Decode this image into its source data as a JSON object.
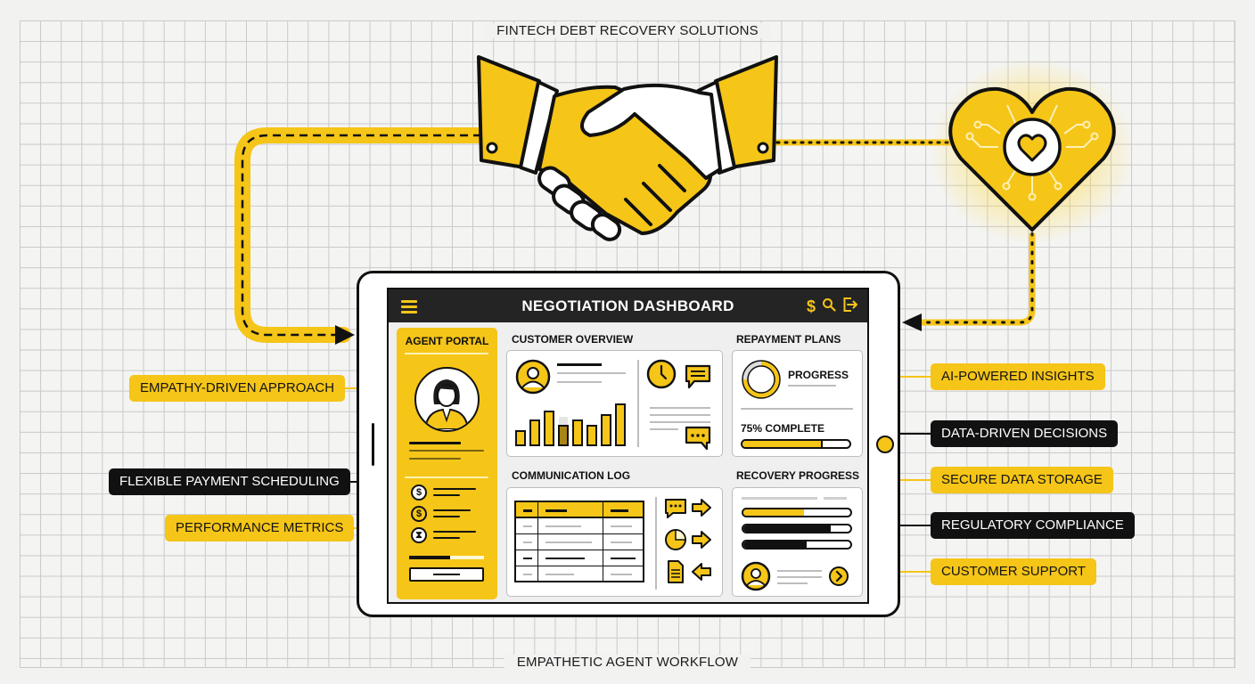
{
  "titles": {
    "top": "FINTECH DEBT RECOVERY SOLUTIONS",
    "bottom": "EMPATHETIC AGENT WORKFLOW"
  },
  "colors": {
    "accent": "#f5c518",
    "dark": "#111111",
    "topbar": "#242424",
    "grid": "#c9c9c9",
    "background": "#f2f2f1"
  },
  "icons": {
    "handshake": "handshake-icon",
    "ai_heart": "circuit-heart-icon",
    "menu": "hamburger-icon",
    "dollar": "dollar-icon",
    "search": "search-icon",
    "logout": "logout-icon"
  },
  "dashboard": {
    "title": "NEGOTIATION DASHBOARD",
    "top_icons": {
      "dollar": "$",
      "search": "⚲",
      "logout": "⇥"
    },
    "agent_portal": {
      "header": "AGENT PORTAL",
      "list_icons": [
        "$",
        "$",
        "⧗"
      ],
      "progress_percent": 55
    },
    "customer_overview": {
      "label": "CUSTOMER OVERVIEW",
      "bar_values": [
        4,
        10,
        13,
        9,
        13,
        11,
        17,
        20
      ]
    },
    "repayment_plans": {
      "label": "REPAYMENT PLANS",
      "progress_label": "PROGRESS",
      "complete_label": "75% COMPLETE",
      "percent": 75
    },
    "communication_log": {
      "label": "COMMUNICATION LOG",
      "rows": 5,
      "columns": 3
    },
    "recovery_progress": {
      "label": "RECOVERY PROGRESS",
      "bars": [
        {
          "percent": 57,
          "color": "#f5c518"
        },
        {
          "percent": 82,
          "color": "#111111"
        },
        {
          "percent": 59,
          "color": "#111111"
        }
      ]
    }
  },
  "callouts": {
    "left": [
      {
        "label": "EMPATHY-DRIVEN APPROACH",
        "style": "yellow"
      },
      {
        "label": "FLEXIBLE PAYMENT SCHEDULING",
        "style": "black"
      },
      {
        "label": "PERFORMANCE METRICS",
        "style": "yellow"
      }
    ],
    "right": [
      {
        "label": "AI-POWERED INSIGHTS",
        "style": "yellow"
      },
      {
        "label": "DATA-DRIVEN DECISIONS",
        "style": "black"
      },
      {
        "label": "SECURE DATA STORAGE",
        "style": "yellow"
      },
      {
        "label": "REGULATORY COMPLIANCE",
        "style": "black"
      },
      {
        "label": "CUSTOMER SUPPORT",
        "style": "yellow"
      }
    ]
  }
}
